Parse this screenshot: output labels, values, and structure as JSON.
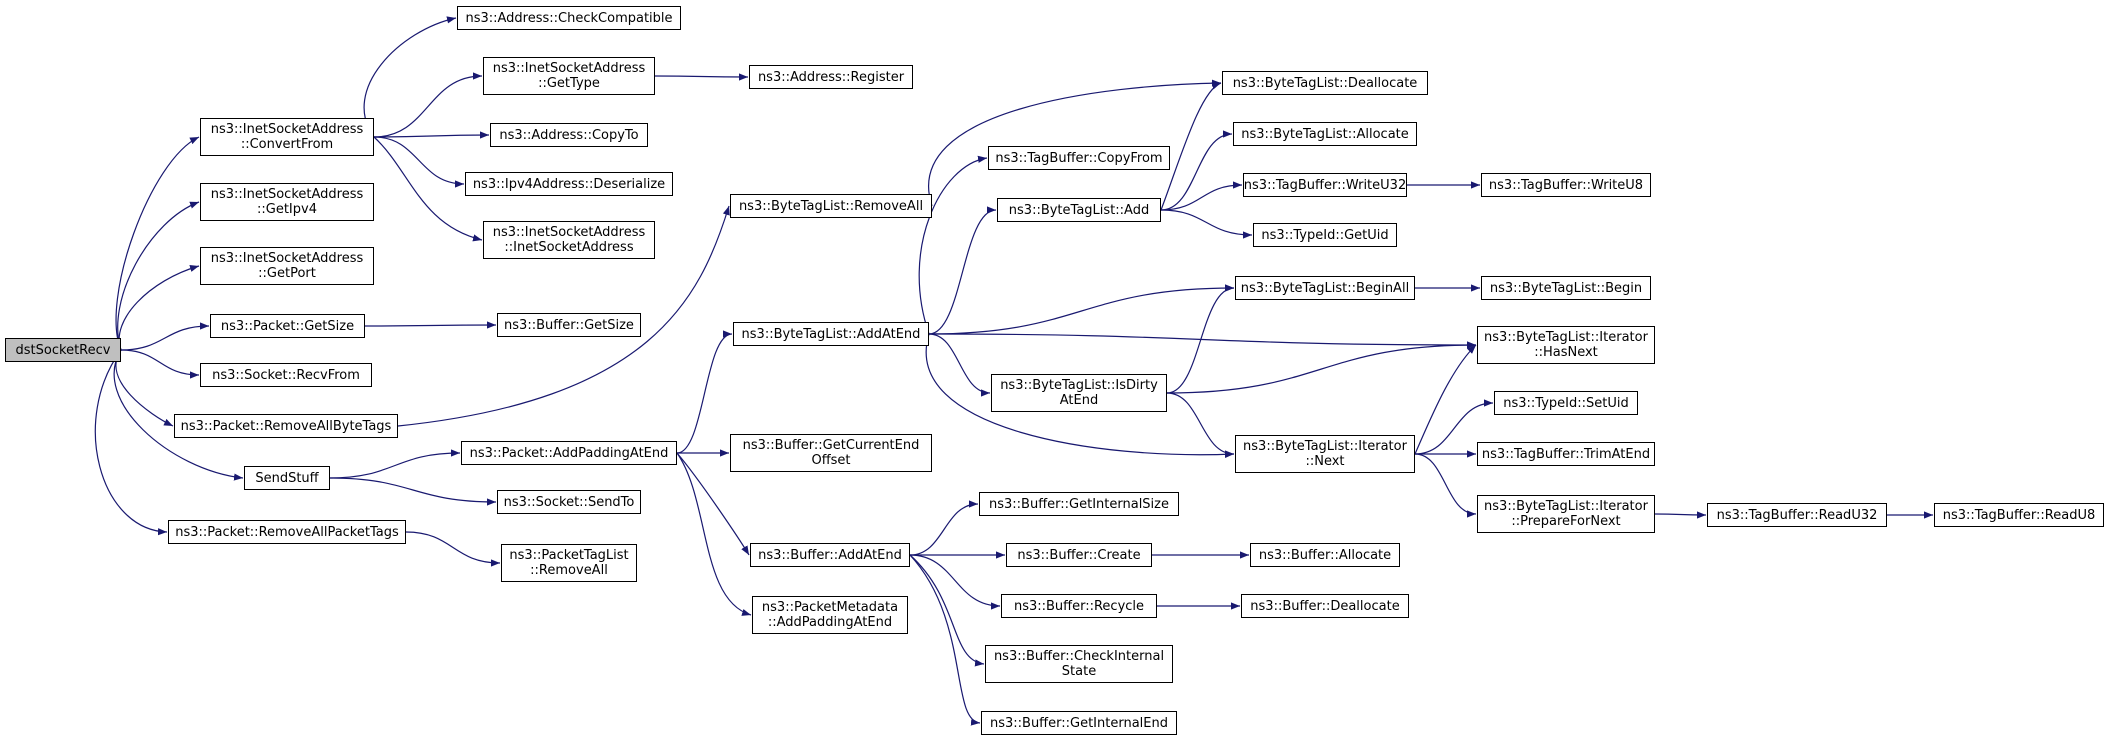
{
  "graph": {
    "edge_color": "#191970",
    "root_fill": "#bfbfbf",
    "nodes": [
      {
        "id": "dstSocketRecv",
        "lines": [
          "dstSocketRecv"
        ],
        "root": true
      },
      {
        "id": "ConvertFrom",
        "lines": [
          "ns3::InetSocketAddress",
          "::ConvertFrom"
        ]
      },
      {
        "id": "GetIpv4",
        "lines": [
          "ns3::InetSocketAddress",
          "::GetIpv4"
        ]
      },
      {
        "id": "GetPort",
        "lines": [
          "ns3::InetSocketAddress",
          "::GetPort"
        ]
      },
      {
        "id": "PacketGetSize",
        "lines": [
          "ns3::Packet::GetSize"
        ]
      },
      {
        "id": "RecvFrom",
        "lines": [
          "ns3::Socket::RecvFrom"
        ]
      },
      {
        "id": "RemoveAllByteTags",
        "lines": [
          "ns3::Packet::RemoveAllByteTags"
        ]
      },
      {
        "id": "SendStuff",
        "lines": [
          "SendStuff"
        ]
      },
      {
        "id": "RemoveAllPacketTags",
        "lines": [
          "ns3::Packet::RemoveAllPacketTags"
        ]
      },
      {
        "id": "CheckCompatible",
        "lines": [
          "ns3::Address::CheckCompatible"
        ]
      },
      {
        "id": "GetType",
        "lines": [
          "ns3::InetSocketAddress",
          "::GetType"
        ]
      },
      {
        "id": "CopyTo",
        "lines": [
          "ns3::Address::CopyTo"
        ]
      },
      {
        "id": "Deserialize",
        "lines": [
          "ns3::Ipv4Address::Deserialize"
        ]
      },
      {
        "id": "InetSocketAddressCtor",
        "lines": [
          "ns3::InetSocketAddress",
          "::InetSocketAddress"
        ]
      },
      {
        "id": "BufferGetSize",
        "lines": [
          "ns3::Buffer::GetSize"
        ]
      },
      {
        "id": "AddPaddingAtEnd",
        "lines": [
          "ns3::Packet::AddPaddingAtEnd"
        ]
      },
      {
        "id": "SendTo",
        "lines": [
          "ns3::Socket::SendTo"
        ]
      },
      {
        "id": "PTLRemoveAll",
        "lines": [
          "ns3::PacketTagList",
          "::RemoveAll"
        ]
      },
      {
        "id": "Register",
        "lines": [
          "ns3::Address::Register"
        ]
      },
      {
        "id": "BTLRemoveAll",
        "lines": [
          "ns3::ByteTagList::RemoveAll"
        ]
      },
      {
        "id": "AddAtEnd",
        "lines": [
          "ns3::ByteTagList::AddAtEnd"
        ]
      },
      {
        "id": "GetCurrentEndOffset",
        "lines": [
          "ns3::Buffer::GetCurrentEnd",
          "Offset"
        ]
      },
      {
        "id": "BufAddAtEnd",
        "lines": [
          "ns3::Buffer::AddAtEnd"
        ]
      },
      {
        "id": "PMAddPadding",
        "lines": [
          "ns3::PacketMetadata",
          "::AddPaddingAtEnd"
        ]
      },
      {
        "id": "CopyFrom",
        "lines": [
          "ns3::TagBuffer::CopyFrom"
        ]
      },
      {
        "id": "BTLAdd",
        "lines": [
          "ns3::ByteTagList::Add"
        ]
      },
      {
        "id": "IsDirtyAtEnd",
        "lines": [
          "ns3::ByteTagList::IsDirty",
          "AtEnd"
        ]
      },
      {
        "id": "GetInternalSize",
        "lines": [
          "ns3::Buffer::GetInternalSize"
        ]
      },
      {
        "id": "BufCreate",
        "lines": [
          "ns3::Buffer::Create"
        ]
      },
      {
        "id": "BufRecycle",
        "lines": [
          "ns3::Buffer::Recycle"
        ]
      },
      {
        "id": "CheckInternalState",
        "lines": [
          "ns3::Buffer::CheckInternal",
          "State"
        ]
      },
      {
        "id": "GetInternalEnd",
        "lines": [
          "ns3::Buffer::GetInternalEnd"
        ]
      },
      {
        "id": "BTLDeallocate",
        "lines": [
          "ns3::ByteTagList::Deallocate"
        ]
      },
      {
        "id": "BTLAllocate",
        "lines": [
          "ns3::ByteTagList::Allocate"
        ]
      },
      {
        "id": "WriteU32",
        "lines": [
          "ns3::TagBuffer::WriteU32"
        ]
      },
      {
        "id": "GetUid",
        "lines": [
          "ns3::TypeId::GetUid"
        ]
      },
      {
        "id": "BeginAll",
        "lines": [
          "ns3::ByteTagList::BeginAll"
        ]
      },
      {
        "id": "IterNext",
        "lines": [
          "ns3::ByteTagList::Iterator",
          "::Next"
        ]
      },
      {
        "id": "BufAllocate",
        "lines": [
          "ns3::Buffer::Allocate"
        ]
      },
      {
        "id": "BufDeallocate",
        "lines": [
          "ns3::Buffer::Deallocate"
        ]
      },
      {
        "id": "WriteU8",
        "lines": [
          "ns3::TagBuffer::WriteU8"
        ]
      },
      {
        "id": "Begin",
        "lines": [
          "ns3::ByteTagList::Begin"
        ]
      },
      {
        "id": "HasNext",
        "lines": [
          "ns3::ByteTagList::Iterator",
          "::HasNext"
        ]
      },
      {
        "id": "SetUid",
        "lines": [
          "ns3::TypeId::SetUid"
        ]
      },
      {
        "id": "TrimAtEnd",
        "lines": [
          "ns3::TagBuffer::TrimAtEnd"
        ]
      },
      {
        "id": "PrepareForNext",
        "lines": [
          "ns3::ByteTagList::Iterator",
          "::PrepareForNext"
        ]
      },
      {
        "id": "ReadU32",
        "lines": [
          "ns3::TagBuffer::ReadU32"
        ]
      },
      {
        "id": "ReadU8",
        "lines": [
          "ns3::TagBuffer::ReadU8"
        ]
      }
    ],
    "edges": [
      [
        "dstSocketRecv",
        "ConvertFrom"
      ],
      [
        "dstSocketRecv",
        "GetIpv4"
      ],
      [
        "dstSocketRecv",
        "GetPort"
      ],
      [
        "dstSocketRecv",
        "PacketGetSize"
      ],
      [
        "dstSocketRecv",
        "RecvFrom"
      ],
      [
        "dstSocketRecv",
        "RemoveAllByteTags"
      ],
      [
        "dstSocketRecv",
        "SendStuff"
      ],
      [
        "dstSocketRecv",
        "RemoveAllPacketTags"
      ],
      [
        "ConvertFrom",
        "CheckCompatible"
      ],
      [
        "ConvertFrom",
        "GetType"
      ],
      [
        "ConvertFrom",
        "CopyTo"
      ],
      [
        "ConvertFrom",
        "Deserialize"
      ],
      [
        "ConvertFrom",
        "InetSocketAddressCtor"
      ],
      [
        "GetType",
        "Register"
      ],
      [
        "PacketGetSize",
        "BufferGetSize"
      ],
      [
        "RemoveAllByteTags",
        "BTLRemoveAll"
      ],
      [
        "SendStuff",
        "AddPaddingAtEnd"
      ],
      [
        "SendStuff",
        "SendTo"
      ],
      [
        "RemoveAllPacketTags",
        "PTLRemoveAll"
      ],
      [
        "BTLRemoveAll",
        "BTLDeallocate"
      ],
      [
        "AddPaddingAtEnd",
        "AddAtEnd"
      ],
      [
        "AddPaddingAtEnd",
        "GetCurrentEndOffset"
      ],
      [
        "AddPaddingAtEnd",
        "BufAddAtEnd"
      ],
      [
        "AddPaddingAtEnd",
        "PMAddPadding"
      ],
      [
        "AddAtEnd",
        "CopyFrom"
      ],
      [
        "AddAtEnd",
        "BTLAdd"
      ],
      [
        "AddAtEnd",
        "BeginAll"
      ],
      [
        "AddAtEnd",
        "HasNext"
      ],
      [
        "AddAtEnd",
        "IsDirtyAtEnd"
      ],
      [
        "AddAtEnd",
        "IterNext"
      ],
      [
        "BTLAdd",
        "BTLDeallocate"
      ],
      [
        "BTLAdd",
        "BTLAllocate"
      ],
      [
        "BTLAdd",
        "WriteU32"
      ],
      [
        "BTLAdd",
        "GetUid"
      ],
      [
        "WriteU32",
        "WriteU8"
      ],
      [
        "IsDirtyAtEnd",
        "BeginAll"
      ],
      [
        "IsDirtyAtEnd",
        "HasNext"
      ],
      [
        "IsDirtyAtEnd",
        "IterNext"
      ],
      [
        "BeginAll",
        "Begin"
      ],
      [
        "IterNext",
        "HasNext"
      ],
      [
        "IterNext",
        "SetUid"
      ],
      [
        "IterNext",
        "TrimAtEnd"
      ],
      [
        "IterNext",
        "PrepareForNext"
      ],
      [
        "PrepareForNext",
        "ReadU32"
      ],
      [
        "ReadU32",
        "ReadU8"
      ],
      [
        "BufAddAtEnd",
        "GetInternalSize"
      ],
      [
        "BufAddAtEnd",
        "BufCreate"
      ],
      [
        "BufAddAtEnd",
        "BufRecycle"
      ],
      [
        "BufAddAtEnd",
        "CheckInternalState"
      ],
      [
        "BufAddAtEnd",
        "GetInternalEnd"
      ],
      [
        "BufCreate",
        "BufAllocate"
      ],
      [
        "BufRecycle",
        "BufDeallocate"
      ]
    ]
  }
}
